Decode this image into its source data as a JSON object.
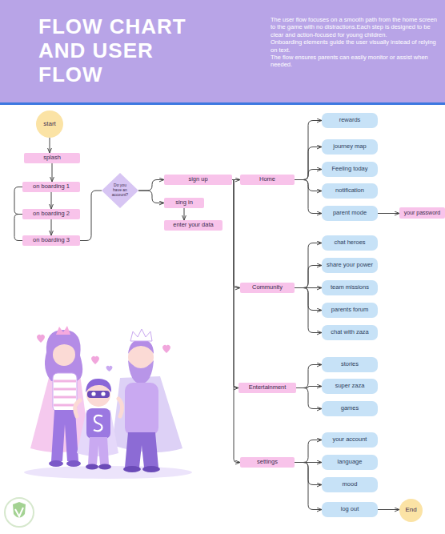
{
  "diagram": {
    "title": "FLOW CHART AND USER FLOW",
    "nodes": [
      {
        "text": [
          "start"
        ]
      },
      {
        "text": [
          "splash"
        ]
      },
      {
        "text": [
          "on boarding 1"
        ]
      },
      {
        "text": [
          "on boarding 2"
        ]
      },
      {
        "text": [
          "on boarding 3"
        ]
      },
      {
        "text": [
          "Do you have an account?"
        ]
      },
      {
        "text": [
          "sign up"
        ]
      },
      {
        "text": [
          "sing in"
        ]
      },
      {
        "text": [
          "enter your data"
        ]
      },
      {
        "text": [
          "Home"
        ]
      },
      {
        "text": [
          "rewards"
        ]
      },
      {
        "text": [
          "journey map"
        ]
      },
      {
        "text": [
          "Feeling today"
        ]
      },
      {
        "text": [
          "notification"
        ]
      },
      {
        "text": [
          "parent mode"
        ]
      },
      {
        "text": [
          "your password"
        ]
      },
      {
        "text": [
          "Community"
        ]
      },
      {
        "text": [
          "chat heroes"
        ]
      },
      {
        "text": [
          "share your power"
        ]
      },
      {
        "text": [
          "team missions"
        ]
      },
      {
        "text": [
          "parents forum"
        ]
      },
      {
        "text": [
          "chat with zaza"
        ]
      },
      {
        "text": [
          "Entertainment"
        ]
      },
      {
        "text": [
          "stories"
        ]
      },
      {
        "text": [
          "super zaza"
        ]
      },
      {
        "text": [
          "games"
        ]
      },
      {
        "text": [
          "settings"
        ]
      },
      {
        "text": [
          "your account"
        ]
      },
      {
        "text": [
          "language"
        ]
      },
      {
        "text": [
          "mood"
        ]
      },
      {
        "text": [
          "log out"
        ]
      },
      {
        "text": [
          "End"
        ]
      }
    ],
    "edges": [
      {
        "from": 0,
        "to": 1,
        "arrow": "to"
      },
      {
        "from": 1,
        "to": 2,
        "arrow": "to"
      },
      {
        "from": 2,
        "to": 3,
        "arrow": "to"
      },
      {
        "from": 3,
        "to": 4,
        "arrow": "to"
      },
      {
        "from": 2,
        "to": 3,
        "arrow": "none"
      },
      {
        "from": 3,
        "to": 4,
        "arrow": "none"
      },
      {
        "from": 4,
        "to": 5,
        "arrow": "none"
      },
      {
        "from": 5,
        "to": 6,
        "arrow": "to"
      },
      {
        "from": 5,
        "to": 7,
        "arrow": "to"
      },
      {
        "from": 7,
        "to": 8,
        "arrow": "to"
      },
      {
        "from": 6,
        "to": 9,
        "arrow": "to"
      },
      {
        "from": 6,
        "to": 16,
        "arrow": "to"
      },
      {
        "from": 6,
        "to": 22,
        "arrow": "to"
      },
      {
        "from": 6,
        "to": 26,
        "arrow": "to"
      },
      {
        "from": 9,
        "to": 10,
        "arrow": "to"
      },
      {
        "from": 9,
        "to": 11,
        "arrow": "to"
      },
      {
        "from": 9,
        "to": 12,
        "arrow": "to"
      },
      {
        "from": 9,
        "to": 13,
        "arrow": "to"
      },
      {
        "from": 9,
        "to": 14,
        "arrow": "to"
      },
      {
        "from": 14,
        "to": 15,
        "arrow": "to"
      },
      {
        "from": 16,
        "to": 17,
        "arrow": "to"
      },
      {
        "from": 16,
        "to": 18,
        "arrow": "to"
      },
      {
        "from": 16,
        "to": 19,
        "arrow": "to"
      },
      {
        "from": 16,
        "to": 20,
        "arrow": "to"
      },
      {
        "from": 16,
        "to": 21,
        "arrow": "to"
      },
      {
        "from": 22,
        "to": 23,
        "arrow": "to"
      },
      {
        "from": 22,
        "to": 24,
        "arrow": "to"
      },
      {
        "from": 22,
        "to": 25,
        "arrow": "to"
      },
      {
        "from": 26,
        "to": 27,
        "arrow": "to"
      },
      {
        "from": 26,
        "to": 28,
        "arrow": "to"
      },
      {
        "from": 26,
        "to": 29,
        "arrow": "to"
      },
      {
        "from": 26,
        "to": 30,
        "arrow": "to"
      },
      {
        "from": 30,
        "to": 31,
        "arrow": "to"
      }
    ],
    "labels": [
      "The user flow focuses on a smooth path from the home screen to the game with no distractions.Each step is designed to be clear and action-focused for young children.",
      "Onboarding elements guide the user visually instead of relying on text.",
      "The flow ensures parents can easily monitor or assist when needed."
    ]
  }
}
